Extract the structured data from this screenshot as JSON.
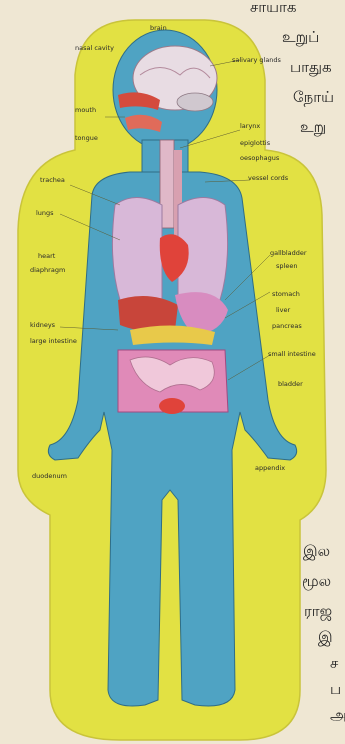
{
  "diagram": {
    "labels": {
      "brain": "brain",
      "nasal_cavity": "nasal cavity",
      "mouth": "mouth",
      "tongue": "tongue",
      "salivary_glands": "salivary glands",
      "larynx": "larynx",
      "epiglottis": "epiglottis",
      "oesophagus": "oesophagus",
      "trachea": "trachea",
      "vessel_cords": "vessel cords",
      "lungs": "lungs",
      "heart": "heart",
      "diaphragm": "diaphragm",
      "gallbladder": "gallbladder",
      "spleen": "spleen",
      "stomach": "stomach",
      "liver": "liver",
      "pancreas": "pancreas",
      "kidneys": "kidneys",
      "large_intestine": "large intestine",
      "small_intestine": "small intestine",
      "bladder": "bladder",
      "duodenum": "duodenum",
      "appendix": "appendix"
    },
    "colors": {
      "paper": "#efe7d3",
      "outline_yellow": "#e2e143",
      "body_blue": "#4fa3c3",
      "lungs_lilac": "#d8b8d8",
      "heart_red": "#e0433a",
      "intestine_pink": "#e08ab8",
      "liver_red": "#c8453a",
      "pancreas_yellow": "#e8c94a"
    }
  },
  "side_text": {
    "top_lines": [
      "சாயாக",
      "உறுப்",
      "பாதுக",
      "நோய்",
      "உறு"
    ],
    "bottom_lines": [
      "இல",
      "மூல",
      "ராஜ",
      "இ",
      "ச",
      "ப",
      "அ"
    ]
  }
}
